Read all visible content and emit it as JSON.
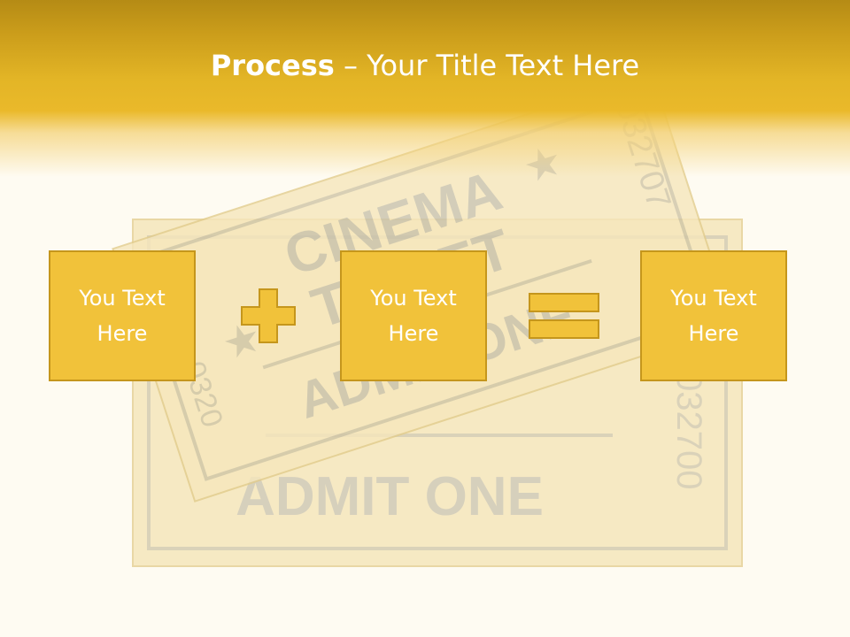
{
  "slide": {
    "title_bold": "Process",
    "title_rest": " – Your Title Text Here",
    "boxes": [
      {
        "label": "You Text Here"
      },
      {
        "label": "You Text Here"
      },
      {
        "label": "You Text Here"
      }
    ],
    "operators": [
      "plus-icon",
      "equals-icon"
    ],
    "background": {
      "ticket_front_lines": [
        "CINEMA",
        "TICKET",
        "ADMIT ONE"
      ],
      "ticket_back_text": "ADMIT ONE",
      "serial_numbers": [
        "032707",
        "032700",
        "0320"
      ]
    }
  },
  "colors": {
    "header_gold": "#e3b526",
    "header_dark_gold": "#b58b15",
    "box_fill": "#f1c23a",
    "box_border": "#c5961c",
    "ticket_fill": "#f4e3b4",
    "ticket_print": "#c2bba6",
    "page_background": "#fefbf2"
  }
}
